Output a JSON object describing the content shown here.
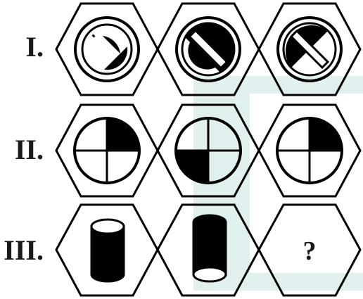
{
  "rows": [
    {
      "label": "I.",
      "cells": [
        {
          "figure": "no-sign-icon",
          "filled_half": "bottom"
        },
        {
          "figure": "no-sign-icon",
          "filled_half": "top"
        },
        {
          "figure": "no-sign-icon",
          "filled_half": "top"
        }
      ]
    },
    {
      "label": "II.",
      "cells": [
        {
          "figure": "quartered-circle-icon",
          "filled_quadrant": "top-right"
        },
        {
          "figure": "quartered-circle-icon",
          "filled_quadrant": "bottom-left"
        },
        {
          "figure": "quartered-circle-icon",
          "filled_quadrant": "top-right"
        }
      ]
    },
    {
      "label": "III.",
      "cells": [
        {
          "figure": "cylinder-icon",
          "open_end": "top"
        },
        {
          "figure": "cylinder-icon",
          "open_end": "bottom"
        },
        {
          "figure": "question",
          "text": "?"
        }
      ]
    }
  ],
  "colors": {
    "ink": "#000000",
    "watermark": "#dff0ef",
    "background": "#ffffff"
  }
}
